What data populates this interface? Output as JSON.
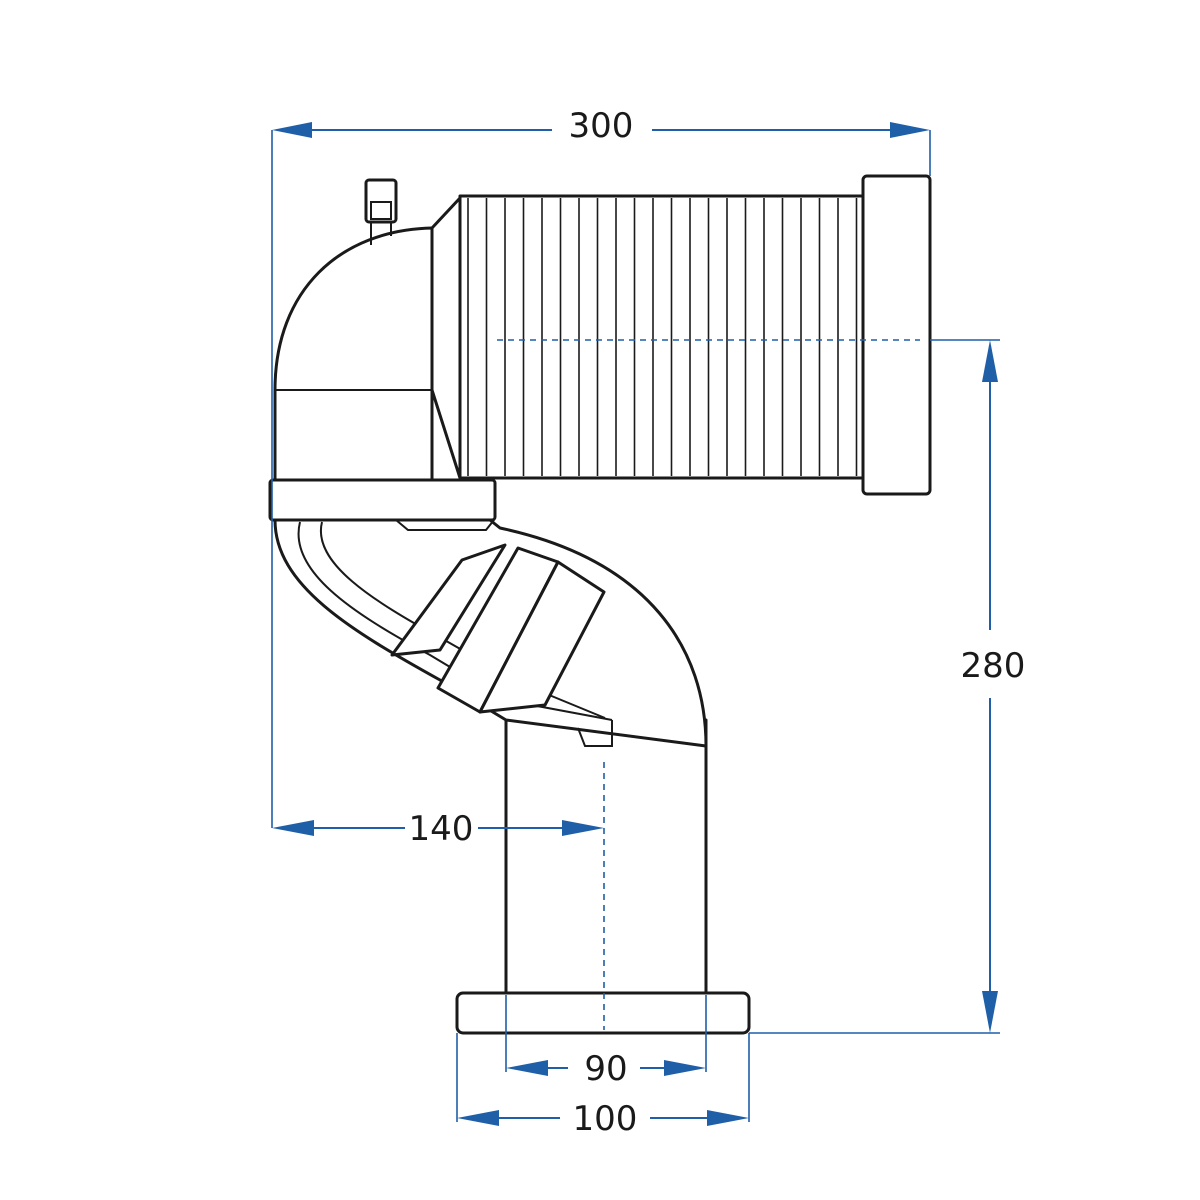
{
  "dimensions": {
    "overall_width": "300",
    "height": "280",
    "offset": "140",
    "inner_width": "90",
    "flange_width": "100"
  },
  "colors": {
    "dimension_lines": "#1f5fa8",
    "outline": "#1a1a1a",
    "background": "#ffffff"
  }
}
